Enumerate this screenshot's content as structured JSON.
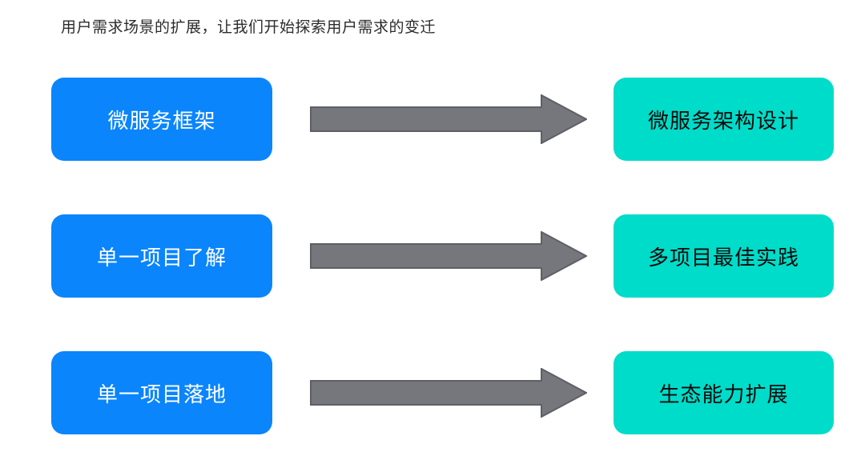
{
  "slide": {
    "title": "用户需求场景的扩展，让我们开始探索用户需求的变迁",
    "background_color": "#ffffff"
  },
  "colors": {
    "source_box": "#0a85fc",
    "source_text": "#ffffff",
    "target_box": "#00dcca",
    "target_text": "#0a0a0a",
    "arrow_fill": "#75777d",
    "arrow_stroke": "#5e6066",
    "title_text": "#2b2b2b"
  },
  "rows": [
    {
      "source_label": "微服务框架",
      "arrow_icon": "right-arrow-icon",
      "target_label": "微服务架构设计"
    },
    {
      "source_label": "单一项目了解",
      "arrow_icon": "right-arrow-icon",
      "target_label": "多项目最佳实践"
    },
    {
      "source_label": "单一项目落地",
      "arrow_icon": "right-arrow-icon",
      "target_label": "生态能力扩展"
    }
  ]
}
